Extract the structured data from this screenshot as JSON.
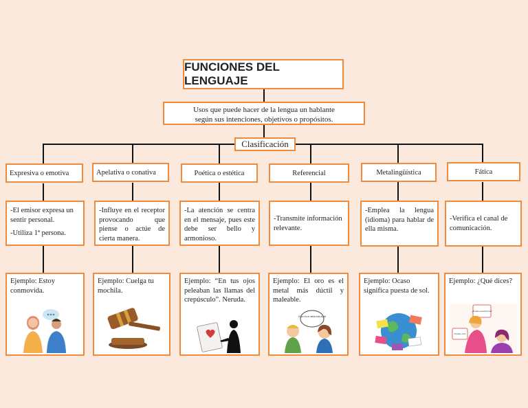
{
  "title": "FUNCIONES DEL LENGUAJE",
  "usos": {
    "line1": "Usos que puede hacer de la lengua un hablante",
    "line2": "según sus intenciones, objetivos o propósitos."
  },
  "clasificacion": "Clasificación",
  "categories": [
    {
      "name": "Expresiva o emotiva",
      "desc1": "-El emisor expresa un sentir personal.",
      "desc2": "-Utiliza 1ª persona.",
      "example": "Ejemplo: Estoy conmovida."
    },
    {
      "name": "Apelativa o conativa",
      "desc1": "-Influye en el receptor provocando que piense o actúe de cierta manera.",
      "example": "Ejemplo: Cuelga tu mochila."
    },
    {
      "name": "Poética o estética",
      "desc1": "-La atención se centra en el mensaje, pues este debe ser bello y armonioso.",
      "example": "Ejemplo: “En tus ojos peleaban las llamas del crepúsculo”. Neruda."
    },
    {
      "name": "Referencial",
      "desc1": "-Transmite información relevante.",
      "example": "Ejemplo: El oro es el metal más dúctil y maleable."
    },
    {
      "name": "Metalingüística",
      "desc1": "-Emplea la lengua (idioma) para hablar de ella misma.",
      "example": "Ejemplo: Ocaso significa puesta de sol."
    },
    {
      "name": "Fática",
      "desc1": "-Verifica el canal de comunicación.",
      "example": "Ejemplo: ¿Qué dices?"
    }
  ],
  "illustrations": {
    "bubble_text": "El oro es el metal más dúctil",
    "sign_top": "¿Puedo escucharme?",
    "sign_bottom": "Puedes oírlo"
  },
  "colors": {
    "border": "#f08a3c",
    "background": "#fce9dd",
    "connector": "#111111"
  }
}
